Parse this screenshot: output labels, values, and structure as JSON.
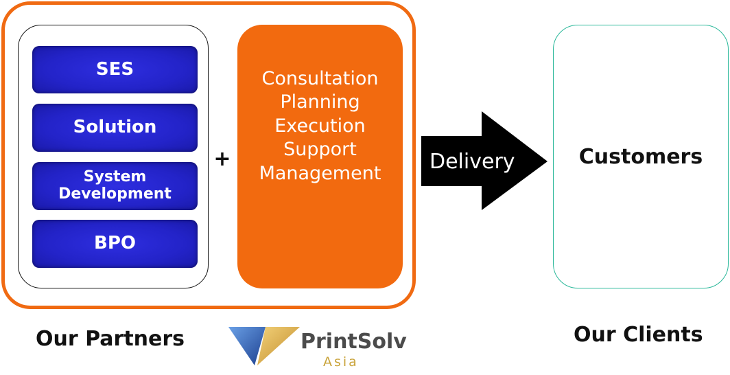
{
  "partners": {
    "services": [
      "SES",
      "Solution",
      "System\nDevelopment",
      "BPO"
    ],
    "plus_sign": "+",
    "consulting_lines": [
      "Consultation",
      "Planning",
      "Execution",
      "Support",
      "Management"
    ],
    "caption": "Our Partners"
  },
  "delivery": {
    "label": "Delivery"
  },
  "clients": {
    "box_label": "Customers",
    "caption": "Our Clients"
  },
  "logo": {
    "name": "PrintSolv",
    "sub": "Asia"
  },
  "colors": {
    "orange": "#f06a12",
    "blue": "#2323c8",
    "teal_border": "#2bb89a",
    "logo_gold": "#c9a33a",
    "logo_blue": "#1f4fa0"
  }
}
